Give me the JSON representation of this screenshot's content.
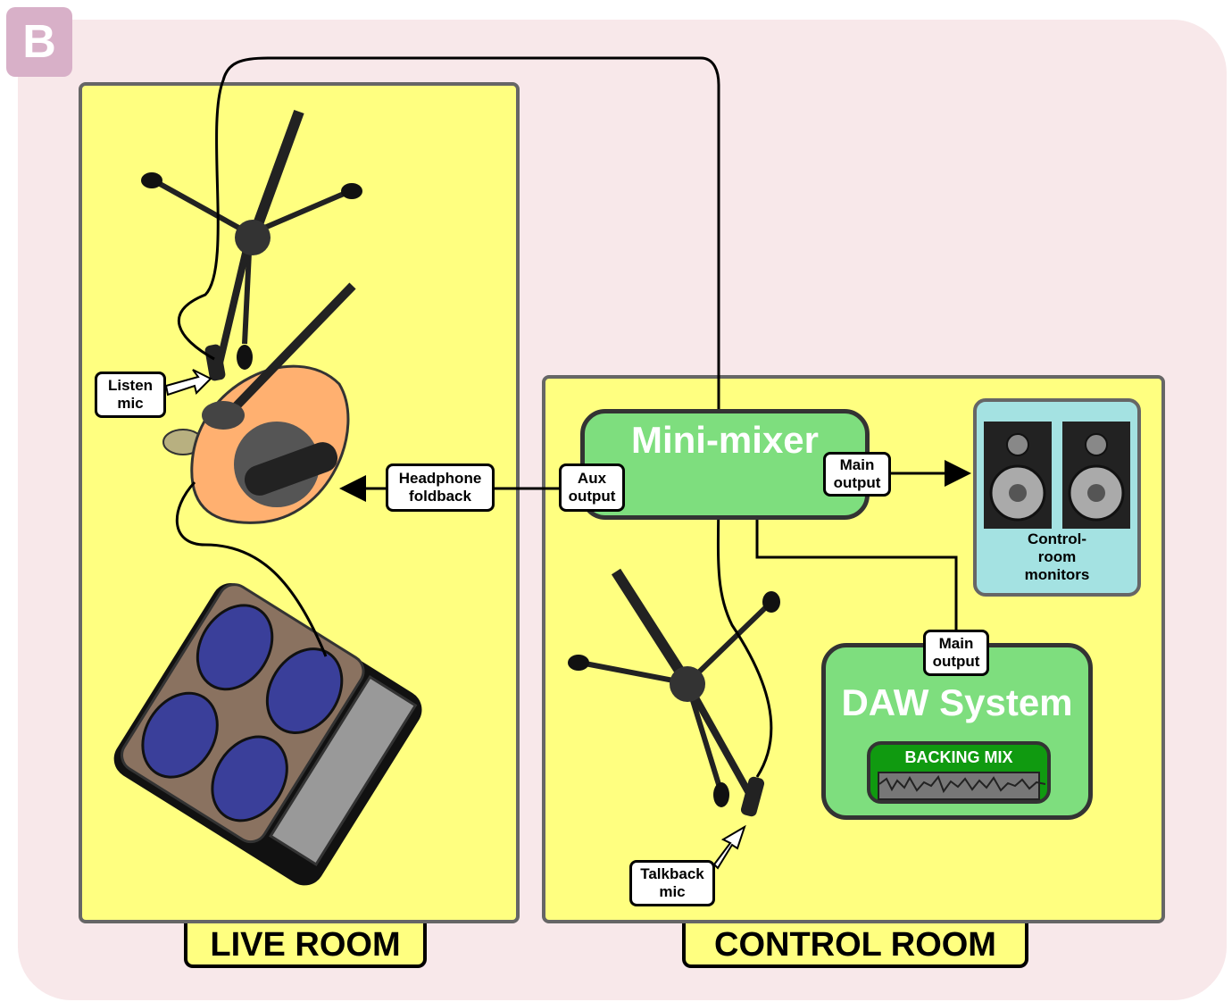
{
  "badge": "B",
  "rooms": {
    "live": "LIVE ROOM",
    "control": "CONTROL ROOM"
  },
  "mixer": {
    "title": "Mini-mixer"
  },
  "daw": {
    "title": "DAW System",
    "backing_mix": "BACKING MIX"
  },
  "monitors": {
    "label": "Control-\nroom\nmonitors"
  },
  "tags": {
    "listen_mic": "Listen\nmic",
    "headphone_foldback": "Headphone\nfoldback",
    "aux_output": "Aux\noutput",
    "mixer_main_output": "Main\noutput",
    "daw_main_output": "Main\noutput",
    "talkback_mic": "Talkback\nmic"
  },
  "colors": {
    "page_bg": "#f8e8ea",
    "room_fill": "#ffff80",
    "device_green": "#7ede7e",
    "monitor_fill": "#a4e2e2"
  }
}
